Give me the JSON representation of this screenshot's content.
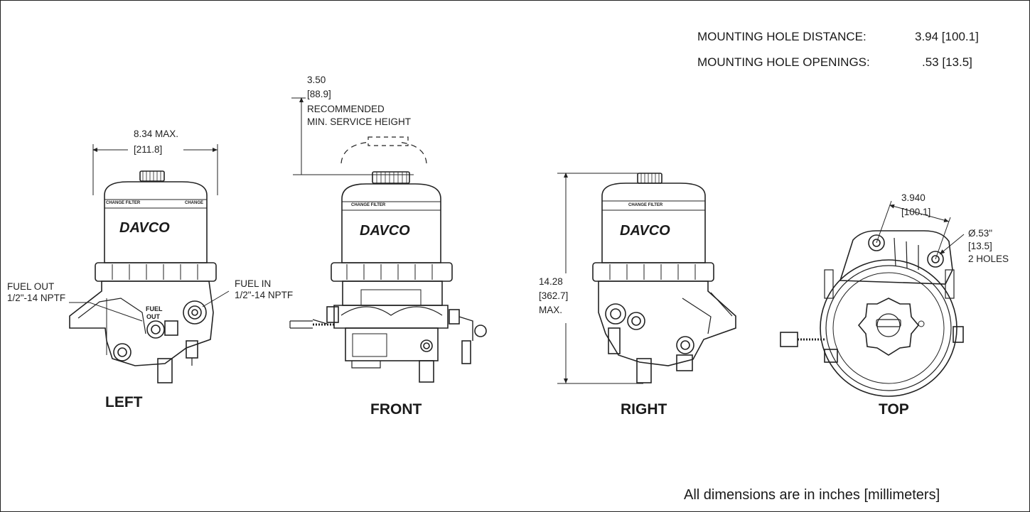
{
  "specs": {
    "mount_distance_label": "MOUNTING HOLE DISTANCE:",
    "mount_distance_value": "3.94 [100.1]",
    "mount_openings_label": "MOUNTING HOLE OPENINGS:",
    "mount_openings_value": ".53 [13.5]"
  },
  "left_view": {
    "width_dim": "8.34 MAX.",
    "width_dim_mm": "[211.8]",
    "fuel_out": "FUEL OUT",
    "fuel_out_thread": "1/2\"-14 NPTF",
    "fuel_in": "FUEL IN",
    "fuel_in_thread": "1/2\"-14 NPTF",
    "port_label_1": "FUEL",
    "port_label_2": "OUT",
    "band_text_left": "CHANGE FILTER",
    "band_text_right": "CHANGE",
    "brand": "DAVCO",
    "caption": "LEFT"
  },
  "front_view": {
    "service_dim": "3.50",
    "service_dim_mm": "[88.9]",
    "service_note_1": "RECOMMENDED",
    "service_note_2": "MIN. SERVICE HEIGHT",
    "band_text": "CHANGE FILTER",
    "brand": "DAVCO",
    "caption": "FRONT"
  },
  "right_view": {
    "height_dim": "14.28",
    "height_dim_mm": "[362.7]",
    "height_dim_max": "MAX.",
    "band_text": "CHANGE FILTER",
    "brand": "DAVCO",
    "caption": "RIGHT"
  },
  "top_view": {
    "hole_distance": "3.940",
    "hole_distance_mm": "[100.1]",
    "hole_diameter": "Ø.53\"",
    "hole_diameter_mm": "[13.5]",
    "hole_count": "2 HOLES",
    "caption": "TOP"
  },
  "footer_note": "All dimensions are in inches [millimeters]",
  "colors": {
    "line": "#222222",
    "body_fill": "#ffffff"
  }
}
